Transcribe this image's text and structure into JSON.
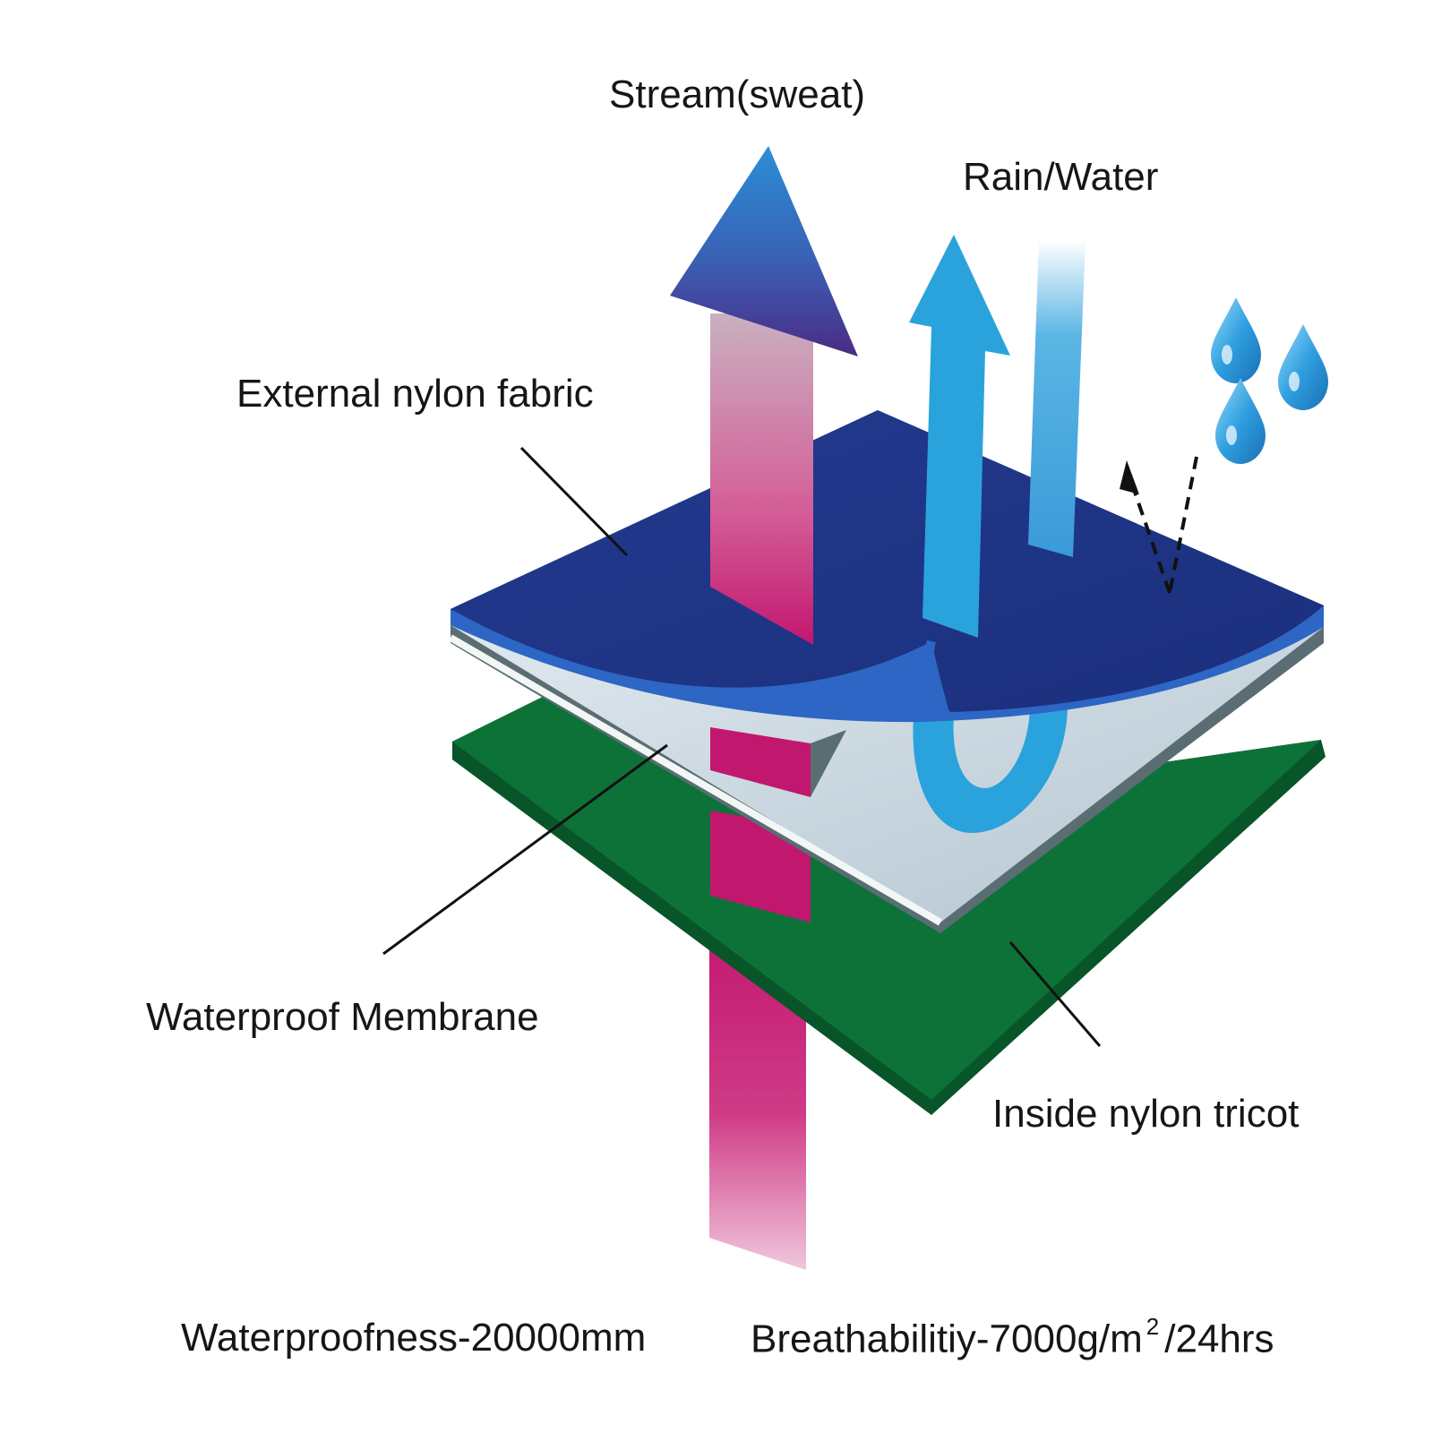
{
  "labels": {
    "stream": "Stream(sweat)",
    "rain": "Rain/Water",
    "external": "External nylon fabric",
    "membrane": "Waterproof Membrane",
    "inside": "Inside nylon tricot"
  },
  "specs": {
    "waterproofness": "Waterproofness-20000mm",
    "breathability_prefix": "Breathabilitiy-7000g/m",
    "breathability_exp": "2",
    "breathability_suffix": "/24hrs"
  },
  "colors": {
    "outer_fabric": "#1f3483",
    "outer_edge": "#2d66c4",
    "membrane": "#bccbd7",
    "membrane_shadow": "#5a6d72",
    "tricot": "#0d7238",
    "tricot_edge": "#08552a",
    "sweat_arrow": "#c2176f",
    "sweat_arrow_head": "#2a7fcf",
    "water_arrow": "#2aa3dc",
    "droplet": "#38a9e4"
  },
  "icons": [
    "water-droplet-icon",
    "sweat-arrow-icon",
    "water-arrow-icon"
  ]
}
